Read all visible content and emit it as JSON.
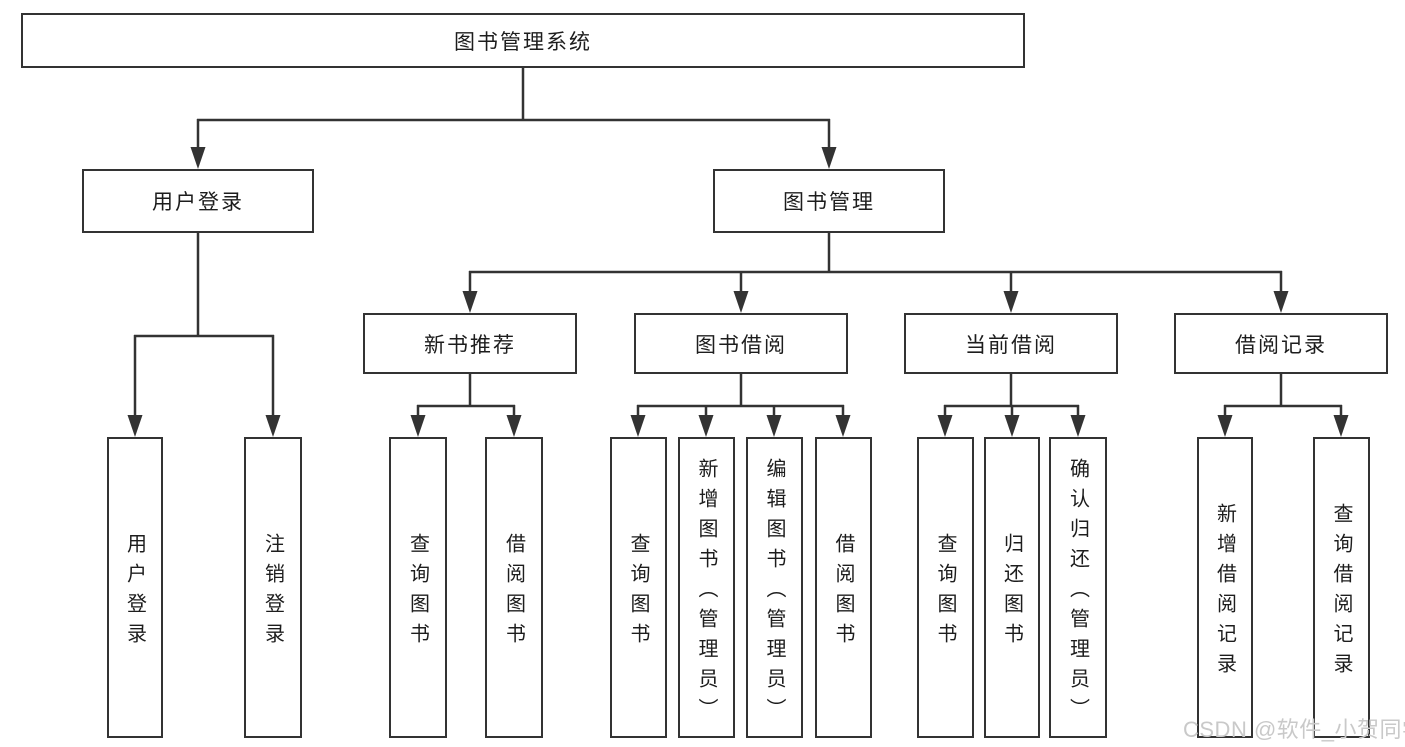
{
  "tree": {
    "root": "图书管理系统",
    "level2": [
      "用户登录",
      "图书管理"
    ],
    "level3": [
      "新书推荐",
      "图书借阅",
      "当前借阅",
      "借阅记录"
    ],
    "leaves": {
      "user_login": [
        "用户登录",
        "注销登录"
      ],
      "new_book": [
        "查询图书",
        "借阅图书"
      ],
      "book_borrow": [
        "查询图书",
        "新增图书（管理员）",
        "编辑图书（管理员）",
        "借阅图书"
      ],
      "current_borrow": [
        "查询图书",
        "归还图书",
        "确认归还（管理员）"
      ],
      "borrow_records": [
        "新增借阅记录",
        "查询借阅记录"
      ]
    }
  },
  "watermark": "CSDN @软件_小贺同学",
  "colors": {
    "line": "#333333",
    "text": "#1d1d1d",
    "watermark": "#c9c9c9",
    "background": "#ffffff"
  }
}
